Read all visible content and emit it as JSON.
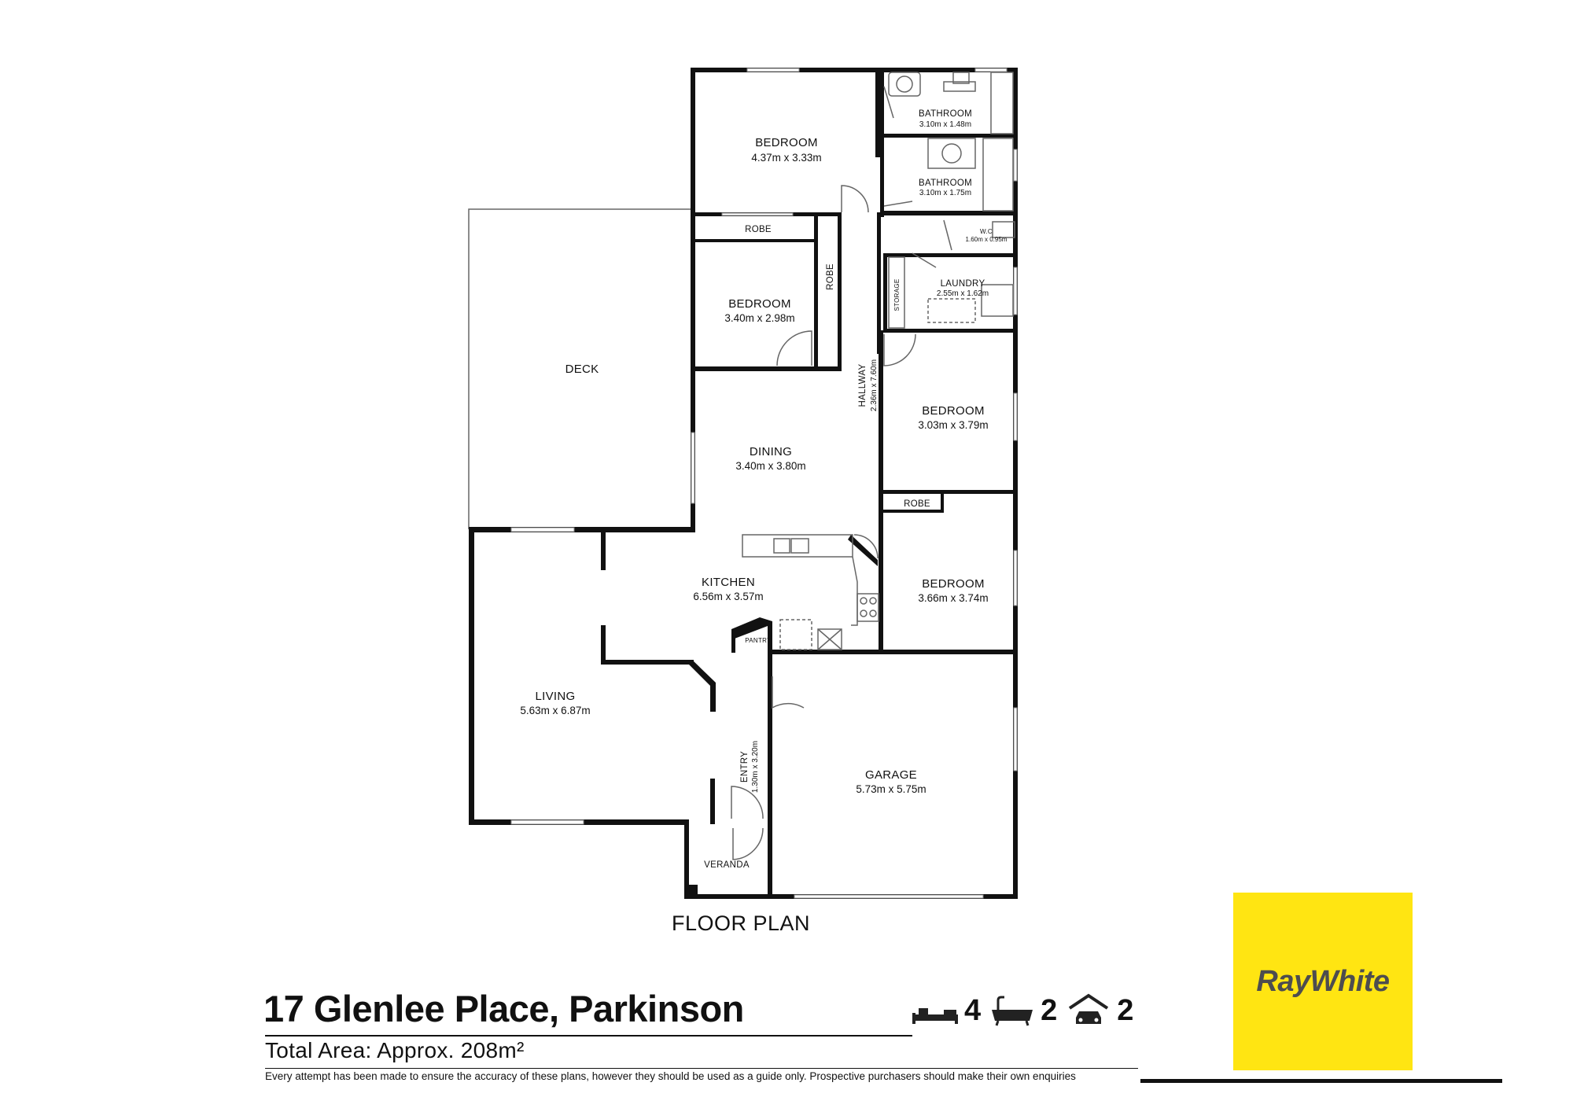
{
  "plan_title": "FLOOR PLAN",
  "rooms": {
    "bedroom1": {
      "name": "BEDROOM",
      "size": "4.37m x 3.33m"
    },
    "bathroom1": {
      "name": "BATHROOM",
      "size": "3.10m x 1.48m"
    },
    "bathroom2": {
      "name": "BATHROOM",
      "size": "3.10m x 1.75m"
    },
    "robe1": {
      "name": "ROBE"
    },
    "robe2": {
      "name": "ROBE"
    },
    "robe3": {
      "name": "ROBE"
    },
    "wc": {
      "name": "W.C",
      "size": "1.60m x 0.95m"
    },
    "laundry": {
      "name": "LAUNDRY",
      "size": "2.55m x 1.62m"
    },
    "storage": {
      "name": "STORAGE"
    },
    "bedroom2": {
      "name": "BEDROOM",
      "size": "3.40m x 2.98m"
    },
    "deck": {
      "name": "DECK"
    },
    "hallway": {
      "name": "HALLWAY",
      "size": "2.36m x 7.60m"
    },
    "bedroom3": {
      "name": "BEDROOM",
      "size": "3.03m x 3.79m"
    },
    "dining": {
      "name": "DINING",
      "size": "3.40m x 3.80m"
    },
    "kitchen": {
      "name": "KITCHEN",
      "size": "6.56m x 3.57m"
    },
    "bedroom4": {
      "name": "BEDROOM",
      "size": "3.66m x 3.74m"
    },
    "pantry": {
      "name": "PANTRY"
    },
    "living": {
      "name": "LIVING",
      "size": "5.63m x 6.87m"
    },
    "entry": {
      "name": "ENTRY",
      "size": "1.30m x 3.20m"
    },
    "garage": {
      "name": "GARAGE",
      "size": "5.73m x 5.75m"
    },
    "veranda": {
      "name": "VERANDA"
    }
  },
  "listing": {
    "address": "17 Glenlee Place, Parkinson",
    "total_area": "Total Area: Approx. 208m²",
    "disclaimer": "Every attempt has been made to ensure the accuracy of these plans, however they should be used as a guide only.  Prospective purchasers should make their own enquiries",
    "bedrooms": "4",
    "bathrooms": "2",
    "car_spaces": "2",
    "icons": [
      "bed-icon",
      "bath-icon",
      "garage-car-icon"
    ]
  },
  "brand": {
    "name": "RayWhite",
    "color": "#ffe512",
    "text_color": "#4d4d4f"
  }
}
